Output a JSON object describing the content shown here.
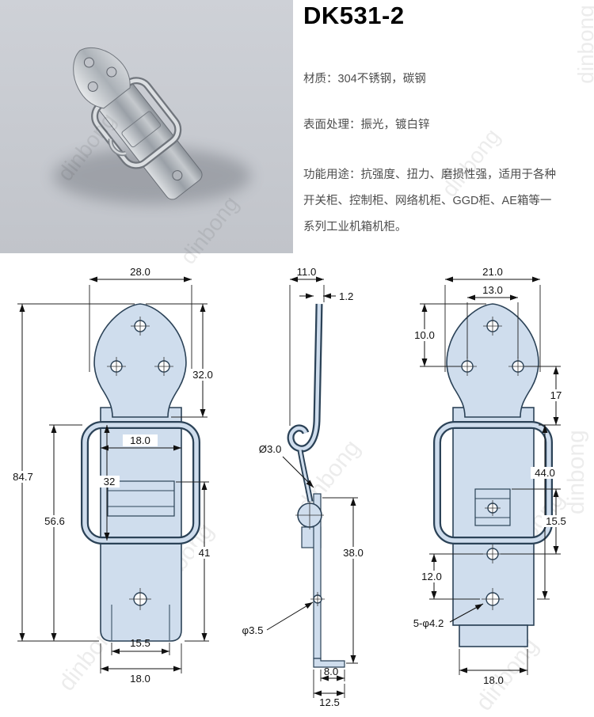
{
  "header": {
    "title": "DK531-2",
    "material": "材质：304不锈钢，碳钢",
    "surface": "表面处理：振光，镀白锌",
    "function_line1": "功能用途：抗强度、扭力、磨损性强，适用于各种",
    "function_line2": "开关柜、控制柜、网络机柜、GGD柜、AE箱等一",
    "function_line3": "系列工业机箱机柜。"
  },
  "watermark": {
    "text": "dinbong"
  },
  "colors": {
    "drawing_fill": "#cfdded",
    "drawing_stroke": "#2b4257",
    "photo_background": "#c7cad0"
  },
  "drawings": {
    "front": {
      "dims": {
        "width_top": "28.0",
        "plate_height": "32.0",
        "inner_width": "18.0",
        "bail_height": "32",
        "lower_height": "41",
        "total_height": "84.7",
        "side_height": "56.6",
        "bottom_inner": "15.5",
        "bottom_width": "18.0"
      }
    },
    "side": {
      "dims": {
        "top_width": "11.0",
        "thickness": "1.2",
        "wire_dia": "Ø3.0",
        "lower_height": "38.0",
        "hole_dia": "φ3.5",
        "foot_depth": "8.0",
        "total_depth": "12.5"
      }
    },
    "back": {
      "dims": {
        "width_top": "21.0",
        "hole_spacing": "13.0",
        "top_to_holes": "10.0",
        "holes_to_neck": "17",
        "mid_height": "44.0",
        "catch_height": "15.5",
        "hole_offset": "12.0",
        "holes_note": "5-φ4.2",
        "bottom_width": "18.0"
      }
    }
  }
}
